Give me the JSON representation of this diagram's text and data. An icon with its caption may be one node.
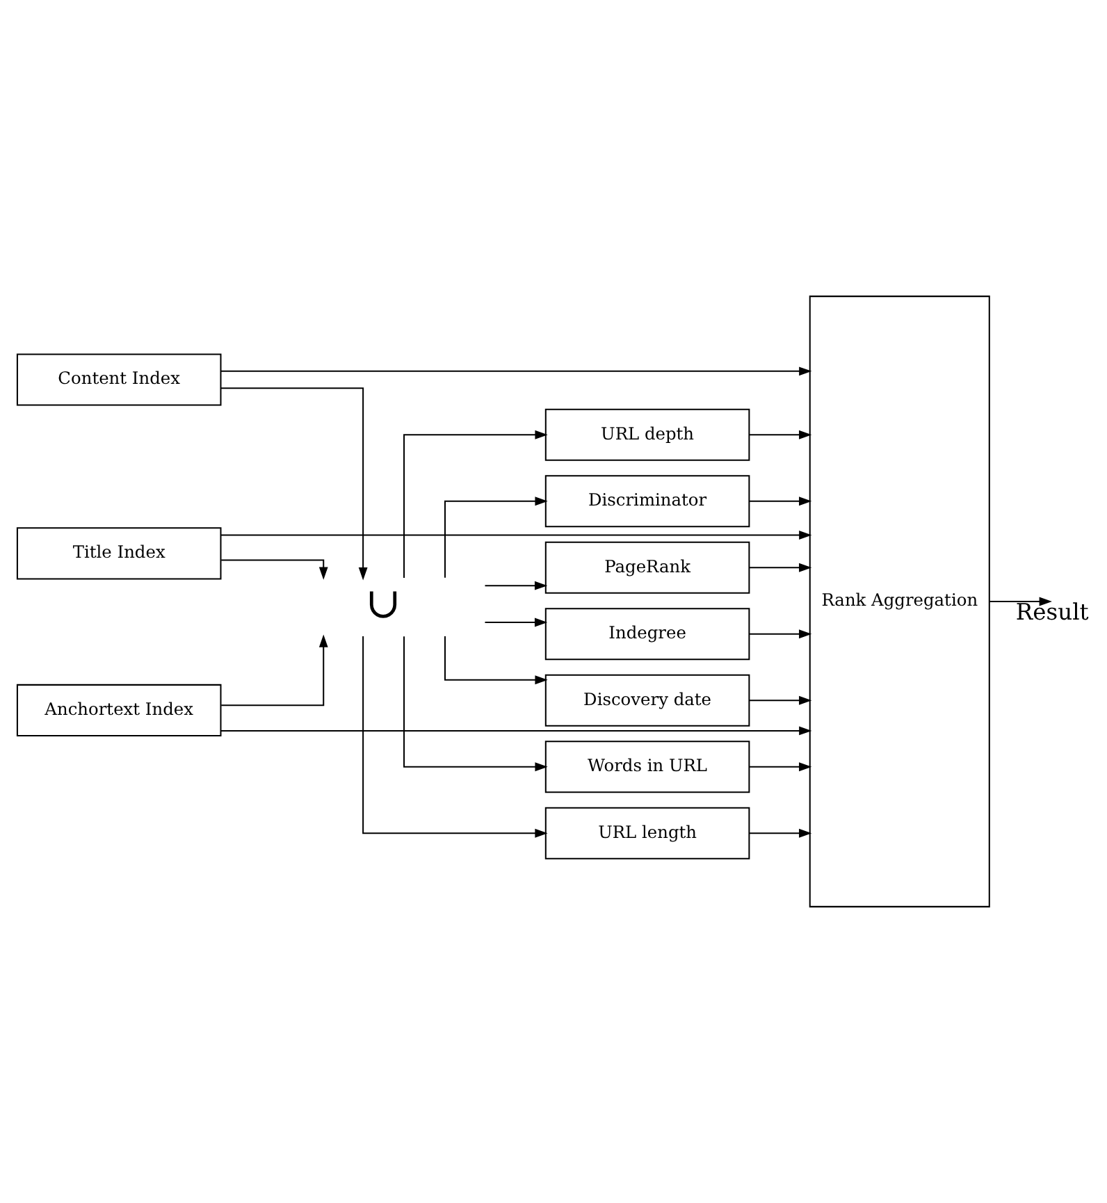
{
  "diagram": {
    "nodes": [
      {
        "text": [
          "Content Index"
        ]
      },
      {
        "text": [
          "Title Index"
        ]
      },
      {
        "text": [
          "Anchortext Index"
        ]
      },
      {
        "text": [
          "PageRank"
        ]
      },
      {
        "text": [
          "Indegree"
        ]
      },
      {
        "text": [
          "Discovery date"
        ]
      },
      {
        "text": [
          "Words in URL"
        ]
      },
      {
        "text": [
          "URL length"
        ]
      },
      {
        "text": [
          "URL depth"
        ]
      },
      {
        "text": [
          "Discriminator"
        ]
      },
      {
        "text": [
          "Rank Aggregation"
        ]
      },
      {
        "text": [
          "∪"
        ]
      }
    ],
    "edges": [
      {
        "from": 0,
        "to": 11,
        "arrow": "to"
      },
      {
        "from": 1,
        "to": 11,
        "arrow": "to"
      },
      {
        "from": 2,
        "to": 11,
        "arrow": "to"
      },
      {
        "from": 11,
        "to": 3,
        "arrow": "to"
      },
      {
        "from": 11,
        "to": 4,
        "arrow": "to"
      },
      {
        "from": 11,
        "to": 5,
        "arrow": "to"
      },
      {
        "from": 11,
        "to": 6,
        "arrow": "to"
      },
      {
        "from": 11,
        "to": 7,
        "arrow": "to"
      },
      {
        "from": 11,
        "to": 8,
        "arrow": "to"
      },
      {
        "from": 11,
        "to": 9,
        "arrow": "to"
      },
      {
        "from": 0,
        "to": 10,
        "arrow": "to"
      },
      {
        "from": 1,
        "to": 10,
        "arrow": "to"
      },
      {
        "from": 2,
        "to": 10,
        "arrow": "to"
      },
      {
        "from": 3,
        "to": 10,
        "arrow": "to"
      },
      {
        "from": 4,
        "to": 10,
        "arrow": "to"
      },
      {
        "from": 5,
        "to": 10,
        "arrow": "to"
      },
      {
        "from": 6,
        "to": 10,
        "arrow": "to"
      },
      {
        "from": 7,
        "to": 10,
        "arrow": "to"
      },
      {
        "from": 8,
        "to": 10,
        "arrow": "to"
      },
      {
        "from": 9,
        "to": 10,
        "arrow": "to"
      },
      {
        "from": 10,
        "to": null,
        "label": "Result",
        "arrow": "to"
      }
    ]
  }
}
